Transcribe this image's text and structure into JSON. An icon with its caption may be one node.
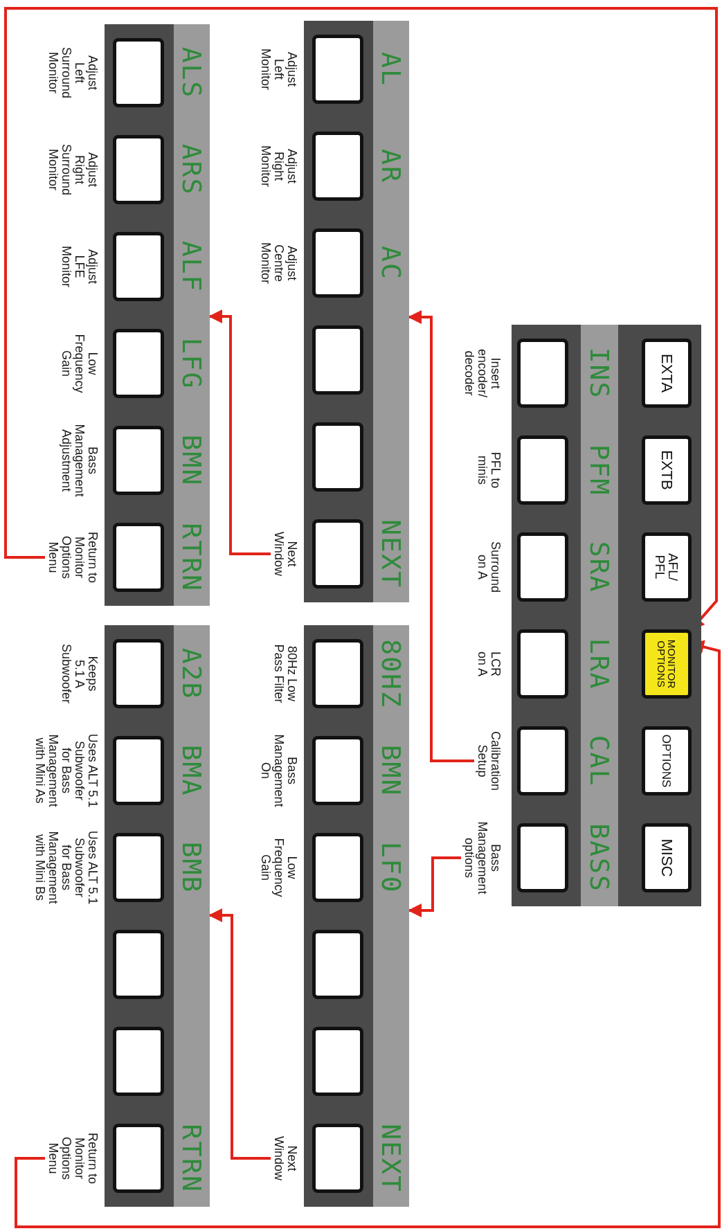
{
  "diagram": {
    "nodes": [
      {
        "text": [],
        "shape": "box"
      },
      {
        "text": [
          "EXTA"
        ],
        "in": 0
      },
      {
        "text": [
          "EXTB"
        ],
        "in": 0
      },
      {
        "text": [
          "AFL/ PFL"
        ],
        "in": 0
      },
      {
        "text": [
          "MONITOR OPTIONS"
        ],
        "in": 0
      },
      {
        "text": [
          "OPTIONS"
        ],
        "in": 0
      },
      {
        "text": [
          "MISC"
        ],
        "in": 0
      },
      {
        "text": [
          "INS"
        ],
        "in": 0
      },
      {
        "text": [
          "PFM"
        ],
        "in": 0
      },
      {
        "text": [
          "SRA"
        ],
        "in": 0
      },
      {
        "text": [
          "LRA"
        ],
        "in": 0
      },
      {
        "text": [
          "CAL"
        ],
        "in": 0
      },
      {
        "text": [
          "BASS"
        ],
        "in": 0
      },
      {
        "text": [],
        "shape": "box",
        "in": 0
      },
      {
        "text": [],
        "shape": "box",
        "in": 0
      },
      {
        "text": [],
        "shape": "box",
        "in": 0
      },
      {
        "text": [],
        "shape": "box",
        "in": 0
      },
      {
        "text": [],
        "shape": "box",
        "in": 0
      },
      {
        "text": [],
        "shape": "box",
        "in": 0
      },
      {
        "text": [
          "Insert encoder/ decoder"
        ]
      },
      {
        "text": [
          "PFL to minis"
        ]
      },
      {
        "text": [
          "Surround on A"
        ]
      },
      {
        "text": [
          "LCR on A"
        ]
      },
      {
        "text": [
          "Calibration Setup"
        ]
      },
      {
        "text": [
          "Bass Management options"
        ]
      },
      {
        "text": [],
        "shape": "box"
      },
      {
        "text": [
          "AL"
        ],
        "in": 25
      },
      {
        "text": [
          "AR"
        ],
        "in": 25
      },
      {
        "text": [
          "AC"
        ],
        "in": 25
      },
      {
        "text": [
          "NEXT"
        ],
        "in": 25
      },
      {
        "text": [],
        "shape": "box",
        "in": 25
      },
      {
        "text": [],
        "shape": "box",
        "in": 25
      },
      {
        "text": [],
        "shape": "box",
        "in": 25
      },
      {
        "text": [],
        "shape": "box",
        "in": 25
      },
      {
        "text": [],
        "shape": "box",
        "in": 25
      },
      {
        "text": [],
        "shape": "box",
        "in": 25
      },
      {
        "text": [
          "Adjust Left Monitor"
        ]
      },
      {
        "text": [
          "Adjust Right Monitor"
        ]
      },
      {
        "text": [
          "Adjust Centre Monitor"
        ]
      },
      {
        "text": [
          "Next Window"
        ]
      },
      {
        "text": [],
        "shape": "box"
      },
      {
        "text": [
          "80HZ"
        ],
        "in": 40
      },
      {
        "text": [
          "BMN"
        ],
        "in": 40
      },
      {
        "text": [
          "LF0"
        ],
        "in": 40
      },
      {
        "text": [
          "NEXT"
        ],
        "in": 40
      },
      {
        "text": [],
        "shape": "box",
        "in": 40
      },
      {
        "text": [],
        "shape": "box",
        "in": 40
      },
      {
        "text": [],
        "shape": "box",
        "in": 40
      },
      {
        "text": [],
        "shape": "box",
        "in": 40
      },
      {
        "text": [],
        "shape": "box",
        "in": 40
      },
      {
        "text": [],
        "shape": "box",
        "in": 40
      },
      {
        "text": [
          "80Hz Low Pass Filter"
        ]
      },
      {
        "text": [
          "Bass Management On"
        ]
      },
      {
        "text": [
          "Low Frequency Gain"
        ]
      },
      {
        "text": [
          "Next Window"
        ]
      },
      {
        "text": [],
        "shape": "box"
      },
      {
        "text": [
          "ALS"
        ],
        "in": 55
      },
      {
        "text": [
          "ARS"
        ],
        "in": 55
      },
      {
        "text": [
          "ALF"
        ],
        "in": 55
      },
      {
        "text": [
          "LFG"
        ],
        "in": 55
      },
      {
        "text": [
          "BMN"
        ],
        "in": 55
      },
      {
        "text": [
          "RTRN"
        ],
        "in": 55
      },
      {
        "text": [],
        "shape": "box",
        "in": 55
      },
      {
        "text": [],
        "shape": "box",
        "in": 55
      },
      {
        "text": [],
        "shape": "box",
        "in": 55
      },
      {
        "text": [],
        "shape": "box",
        "in": 55
      },
      {
        "text": [],
        "shape": "box",
        "in": 55
      },
      {
        "text": [],
        "shape": "box",
        "in": 55
      },
      {
        "text": [
          "Adjust Left Surround Monitor"
        ]
      },
      {
        "text": [
          "Adjust Right Surround Monitor"
        ]
      },
      {
        "text": [
          "Adjust LFE Monitor"
        ]
      },
      {
        "text": [
          "Low Frequency Gain"
        ]
      },
      {
        "text": [
          "Bass Management Adjustment"
        ]
      },
      {
        "text": [
          "Return to Monitor Options Menu"
        ]
      },
      {
        "text": [],
        "shape": "box"
      },
      {
        "text": [
          "A2B"
        ],
        "in": 74
      },
      {
        "text": [
          "BMA"
        ],
        "in": 74
      },
      {
        "text": [
          "BMB"
        ],
        "in": 74
      },
      {
        "text": [
          "RTRN"
        ],
        "in": 74
      },
      {
        "text": [],
        "shape": "box",
        "in": 74
      },
      {
        "text": [],
        "shape": "box",
        "in": 74
      },
      {
        "text": [],
        "shape": "box",
        "in": 74
      },
      {
        "text": [],
        "shape": "box",
        "in": 74
      },
      {
        "text": [],
        "shape": "box",
        "in": 74
      },
      {
        "text": [],
        "shape": "box",
        "in": 74
      },
      {
        "text": [
          "Keeps 5.1 A Subwoofer"
        ]
      },
      {
        "text": [
          "Uses ALT 5.1 Subwoofer for Bass Management with Mini As"
        ]
      },
      {
        "text": [
          "Uses ALT 5.1 Subwoofer for Bass Management with Mini Bs"
        ]
      },
      {
        "text": [
          "Return to Monitor Options Menu"
        ]
      }
    ],
    "edges": [
      {
        "from": 23,
        "to": 25,
        "arrow": "to"
      },
      {
        "from": 24,
        "to": 40,
        "arrow": "to"
      },
      {
        "from": 39,
        "to": 55,
        "arrow": "to"
      },
      {
        "from": 54,
        "to": 74,
        "arrow": "to"
      },
      {
        "from": 73,
        "to": 4,
        "arrow": "to"
      },
      {
        "from": 88,
        "to": 4,
        "arrow": "to"
      }
    ]
  }
}
